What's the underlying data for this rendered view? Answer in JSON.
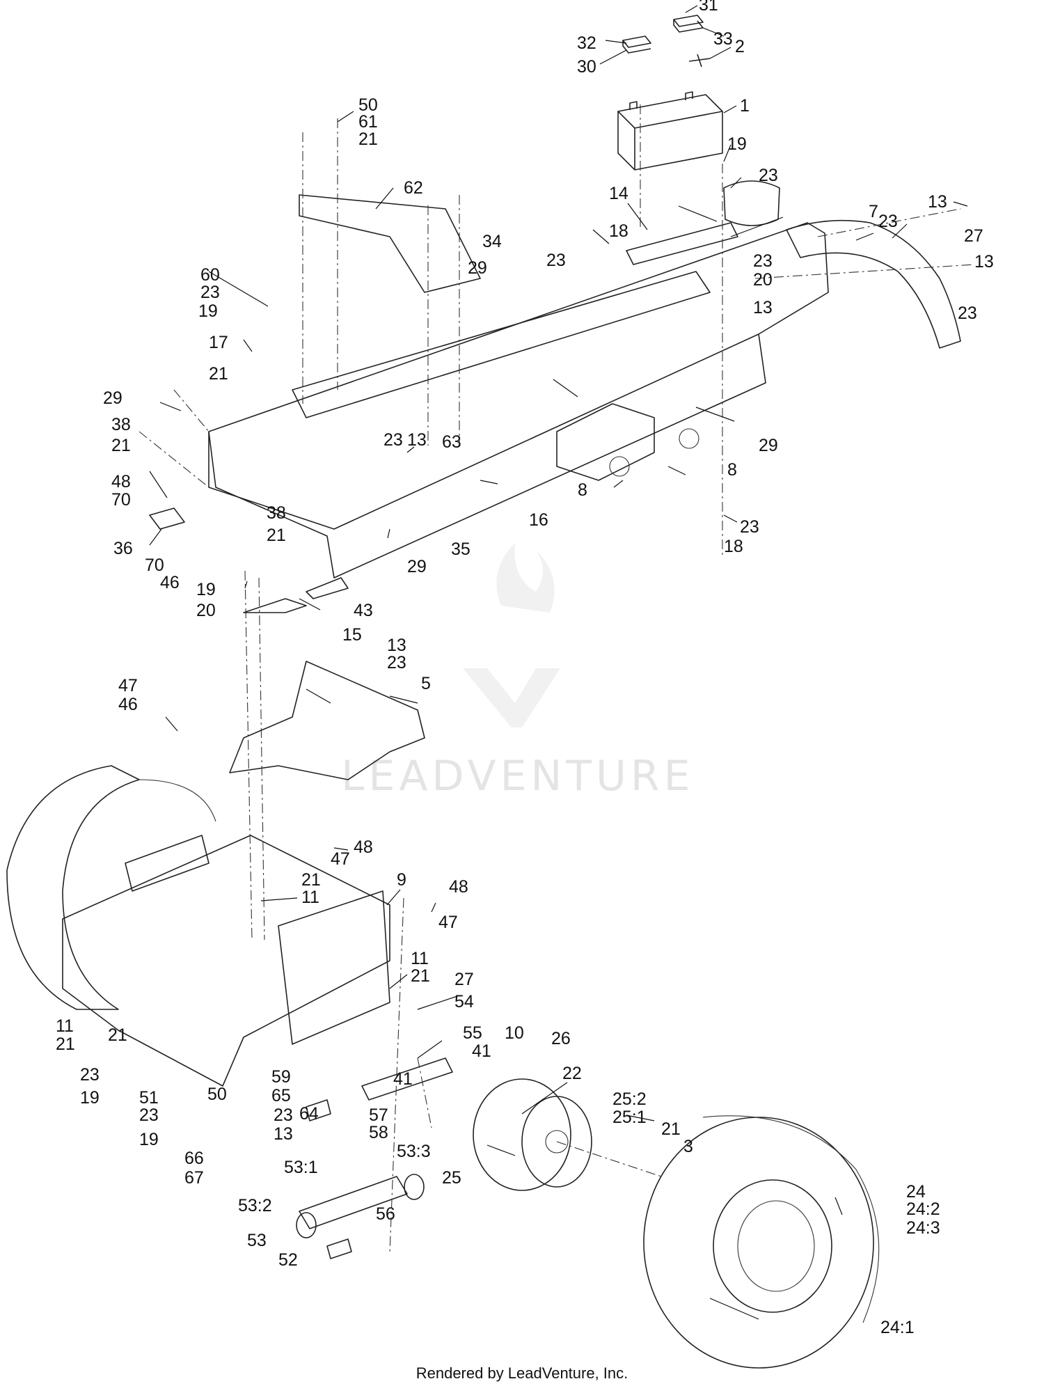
{
  "footer": "Rendered by LeadVenture, Inc.",
  "watermark": {
    "text": "LEADVENTURE",
    "color": "#e4e4e4"
  },
  "labels": {
    "l1": "31",
    "l2": "32",
    "l3": "30",
    "l4": "33",
    "l5": "2",
    "l6": "1",
    "l7": "50",
    "l8": "61",
    "l9": "21",
    "l10": "19",
    "l11": "23",
    "l12": "62",
    "l13": "14",
    "l14": "13",
    "l15": "7",
    "l16": "23",
    "l17": "27",
    "l18": "13",
    "l19": "18",
    "l20": "34",
    "l21": "23",
    "l22": "29",
    "l23": "23",
    "l24": "20",
    "l25": "13",
    "l26": "23",
    "l27": "60",
    "l28": "23",
    "l29": "19",
    "l30": "17",
    "l31": "21",
    "l32": "29",
    "l33": "38",
    "l34": "21",
    "l35": "48",
    "l36": "70",
    "l37": "36",
    "l38": "70",
    "l39": "46",
    "l40": "23",
    "l41": "13",
    "l42": "63",
    "l43": "29",
    "l44": "8",
    "l45": "8",
    "l46": "16",
    "l47": "23",
    "l48": "18",
    "l49": "38",
    "l50": "21",
    "l51": "35",
    "l52": "29",
    "l53": "19",
    "l54": "20",
    "l55": "43",
    "l56": "15",
    "l57": "13",
    "l58": "23",
    "l59": "47",
    "l60": "46",
    "l61": "5",
    "l62": "48",
    "l63": "47",
    "l64": "21",
    "l65": "11",
    "l66": "9",
    "l67": "48",
    "l68": "47",
    "l69": "11",
    "l70": "21",
    "l71": "27",
    "l72": "54",
    "l73": "55",
    "l74": "10",
    "l75": "26",
    "l76": "22",
    "l77": "41",
    "l78": "11",
    "l79": "21",
    "l80": "21",
    "l81": "23",
    "l82": "19",
    "l83": "51",
    "l84": "50",
    "l85": "23",
    "l86": "19",
    "l87": "59",
    "l88": "65",
    "l89": "64",
    "l90": "41",
    "l91": "23",
    "l92": "13",
    "l93": "57",
    "l94": "58",
    "l95": "53:3",
    "l96": "66",
    "l97": "67",
    "l98": "53:1",
    "l99": "53:2",
    "l100": "53",
    "l101": "52",
    "l102": "56",
    "l103": "25:2",
    "l104": "25:1",
    "l105": "21",
    "l106": "3",
    "l107": "25",
    "l108": "24",
    "l109": "24:2",
    "l110": "24:3",
    "l111": "24:1"
  }
}
